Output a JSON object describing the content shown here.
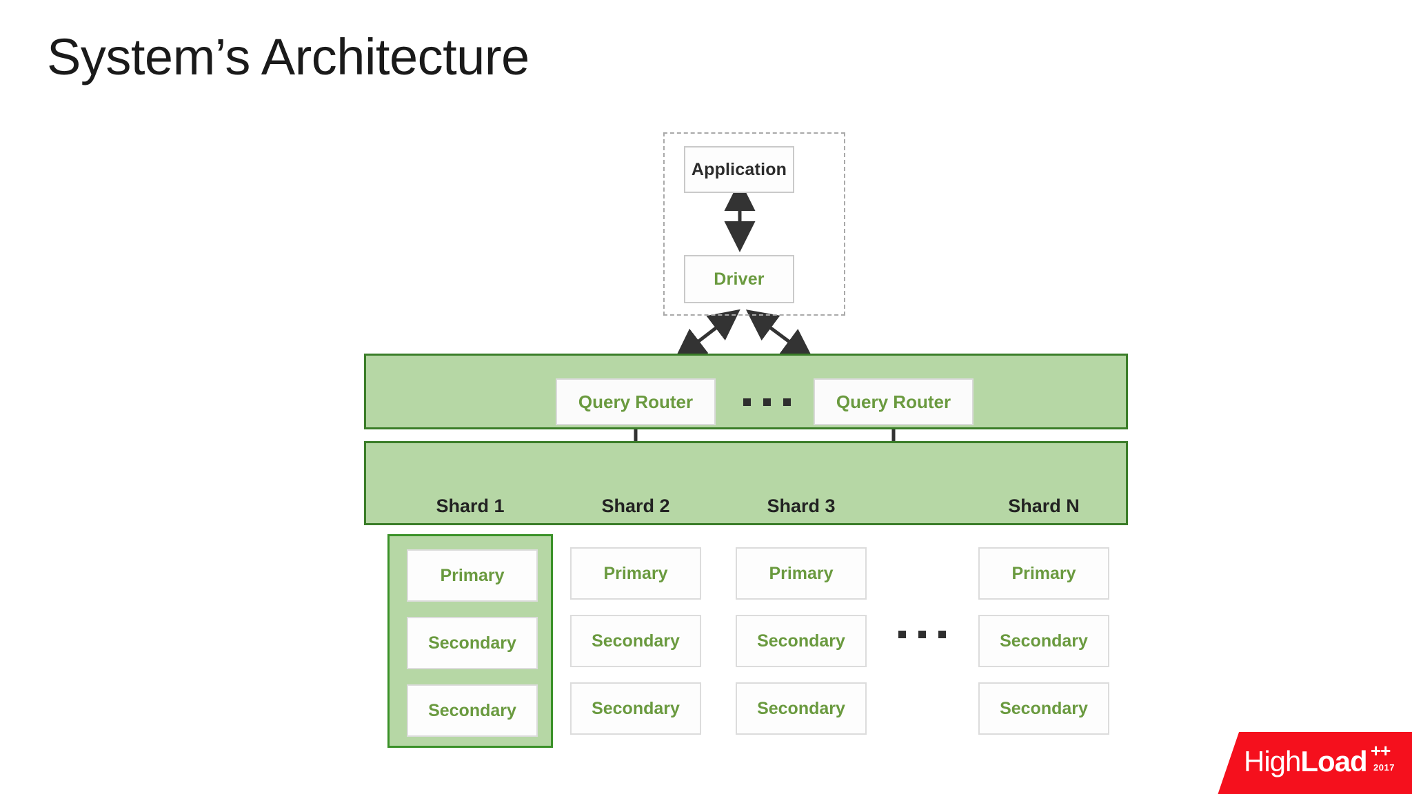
{
  "slide": {
    "title": "System’s Architecture",
    "background_color": "#ffffff",
    "title_color": "#1a1a1a"
  },
  "palette": {
    "band_fill": "#b6d7a5",
    "band_border": "#3a7d28",
    "box_fill": "#fdfdfd",
    "box_border": "#dcdcdc",
    "green_text": "#6a9a3f",
    "dark_text": "#2b2b2b",
    "arrow_color": "#333333",
    "dashed_border": "#a9a9a9",
    "logo_red": "#f5101d"
  },
  "diagram": {
    "type": "architecture-diagram",
    "client_group": {
      "border_style": "dashed",
      "nodes": [
        {
          "label": "Application",
          "text_color": "#2b2b2b"
        },
        {
          "label": "Driver",
          "text_color": "#6a9a3f"
        }
      ],
      "connector": "bidirectional-vertical-arrow"
    },
    "router_band": {
      "routers": [
        {
          "label": "Query Router"
        },
        {
          "label": "Query Router"
        }
      ],
      "ellipsis": "• • •",
      "inbound_connectors": "two-diagonal-bidirectional-arrows-from-driver"
    },
    "shard_band": {
      "shards": [
        {
          "label": "Shard 1"
        },
        {
          "label": "Shard 2"
        },
        {
          "label": "Shard 3"
        },
        {
          "label": "Shard N"
        }
      ],
      "inbound_connectors": "bus-line-with-four-down-arrows"
    },
    "replica_sets": [
      {
        "shard": "Shard 1",
        "highlighted": true,
        "members": [
          "Primary",
          "Secondary",
          "Secondary"
        ]
      },
      {
        "shard": "Shard 2",
        "highlighted": false,
        "members": [
          "Primary",
          "Secondary",
          "Secondary"
        ]
      },
      {
        "shard": "Shard 3",
        "highlighted": false,
        "members": [
          "Primary",
          "Secondary",
          "Secondary"
        ]
      },
      {
        "shard": "Shard N",
        "highlighted": false,
        "members": [
          "Primary",
          "Secondary",
          "Secondary"
        ]
      }
    ],
    "replica_ellipsis": "• • •"
  },
  "logo": {
    "part_light": "High",
    "part_bold": "Load",
    "superscript": "++",
    "year": "2017"
  }
}
